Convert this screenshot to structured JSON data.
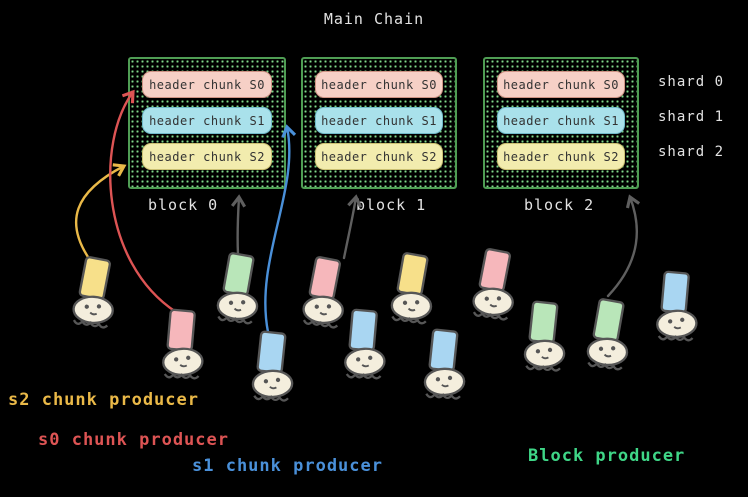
{
  "title": "Main Chain",
  "blocks": [
    {
      "label": "block 0",
      "chunks": [
        "header chunk S0",
        "header chunk S1",
        "header chunk S2"
      ]
    },
    {
      "label": "block 1",
      "chunks": [
        "header chunk S0",
        "header chunk S1",
        "header chunk S2"
      ]
    },
    {
      "label": "block 2",
      "chunks": [
        "header chunk S0",
        "header chunk S1",
        "header chunk S2"
      ]
    }
  ],
  "shards": [
    "shard 0",
    "shard 1",
    "shard 2"
  ],
  "legend": {
    "s2": "s2 chunk producer",
    "s0": "s0 chunk producer",
    "s1": "s1 chunk producer",
    "block": "Block producer"
  },
  "producers": {
    "figures": [
      {
        "hat": "yellow",
        "role": "s2 chunk producer"
      },
      {
        "hat": "pink",
        "role": "s0 chunk producer"
      },
      {
        "hat": "green",
        "role": "block producer"
      },
      {
        "hat": "blue",
        "role": "s1 chunk producer"
      },
      {
        "hat": "pink",
        "role": "s0 chunk producer"
      },
      {
        "hat": "blue",
        "role": "s1 chunk producer"
      },
      {
        "hat": "yellow",
        "role": "s2 chunk producer"
      },
      {
        "hat": "blue",
        "role": "s1 chunk producer"
      },
      {
        "hat": "pink",
        "role": "s0 chunk producer"
      },
      {
        "hat": "green",
        "role": "block producer"
      },
      {
        "hat": "green",
        "role": "block producer"
      },
      {
        "hat": "blue",
        "role": "s1 chunk producer"
      }
    ]
  },
  "colors": {
    "background": "#000000",
    "text_light": "#e2e2e2",
    "block_border": "#4f9d54",
    "block_dots": "#7fd98a",
    "chunk_s0_bg": "#f6d0c6",
    "chunk_s0_border": "#cf9384",
    "chunk_s1_bg": "#a9e1eb",
    "chunk_s1_border": "#6fb9c9",
    "chunk_s2_bg": "#f2ecae",
    "chunk_s2_border": "#cbc173",
    "arrow_s2": "#eab948",
    "arrow_s0": "#dd5454",
    "arrow_s1": "#4a90d9",
    "arrow_block": "#5f5f5f",
    "label_s2_producer": "#eab948",
    "label_s0_producer": "#dd5454",
    "label_s1_producer": "#4a90d9",
    "label_block_producer": "#3fd687",
    "ink": "#565656",
    "face": "#f4eedd",
    "hat_yellow": "#f7e08a",
    "hat_pink": "#f6b7bb",
    "hat_green": "#b9e6b9",
    "hat_blue": "#a9d6f2"
  }
}
